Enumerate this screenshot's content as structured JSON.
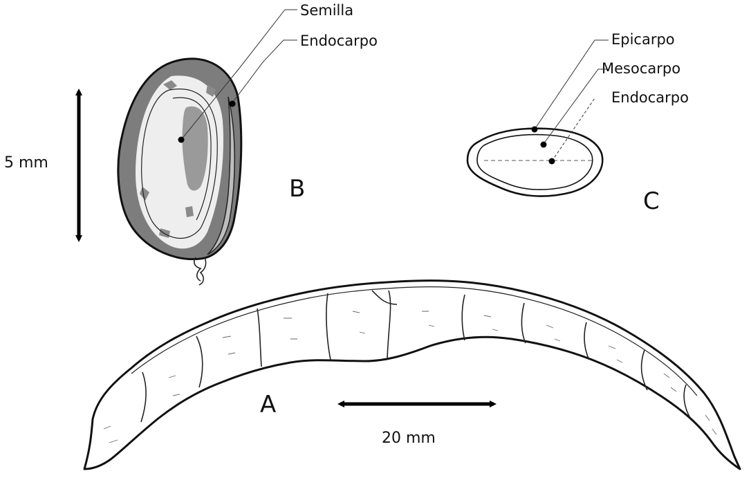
{
  "figure": {
    "panels": {
      "a": {
        "letter": "A"
      },
      "b": {
        "letter": "B"
      },
      "c": {
        "letter": "C"
      }
    },
    "labels_b": [
      "Semilla",
      "Endocarpo"
    ],
    "labels_c": [
      "Epicarpo",
      "Mesocarpo",
      "Endocarpo"
    ],
    "scale_b": {
      "text": "5 mm"
    },
    "scale_a": {
      "text": "20 mm"
    },
    "colors": {
      "stroke": "#111111",
      "fill_dark": "#7a7a7a",
      "fill_mid": "#a9a9a9",
      "fill_light": "#f2f2f2"
    }
  }
}
